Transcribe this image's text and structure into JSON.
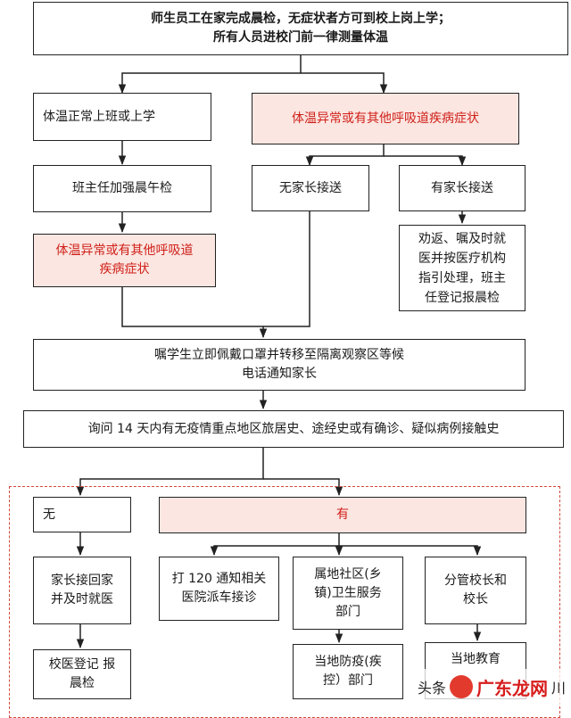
{
  "nodes": {
    "top": "师生员工在家完成晨检，无症状者方可到校上岗上学；\n所有人员进校门前一律测量体温",
    "normal": "体温正常上班或上学",
    "abnormal_top": "体温异常或有其他呼吸道疾病症状",
    "head_teacher": "班主任加强晨午检",
    "no_parent": "无家长接送",
    "with_parent": "有家长接送",
    "abnormal_left": "体温异常或有其他呼吸道\n疾病症状",
    "advise": "劝返、嘱及时就\n医并按医疗机构\n指引处理，班主\n任登记报晨检",
    "mask": "嘱学生立即佩戴口罩并转移至隔离观察区等候\n电话通知家长",
    "inquire": "询问 14 天内有无疫情重点地区旅居史、途经史或有确诊、疑似病例接触史",
    "none": "无",
    "yes": "有",
    "parent_pickup": "家长接回家\n并及时就医",
    "call120": "打 120 通知相关\n医院派车接诊",
    "community": "属地社区(乡\n镇)卫生服务\n部门",
    "principal": "分管校长和\n校长",
    "school_doctor": "校医登记  报\n晨检",
    "local_cdc": "当地防疫(疾\n控）部门",
    "local_edu": "当地教育"
  },
  "watermark": {
    "prefix": "头条",
    "brand": "广东龙网",
    "suffix": "川"
  },
  "colors": {
    "alert_bg": "#fbe6e1",
    "alert_text": "#d0201a",
    "border": "#222222",
    "dashed": "#d24a3c"
  }
}
